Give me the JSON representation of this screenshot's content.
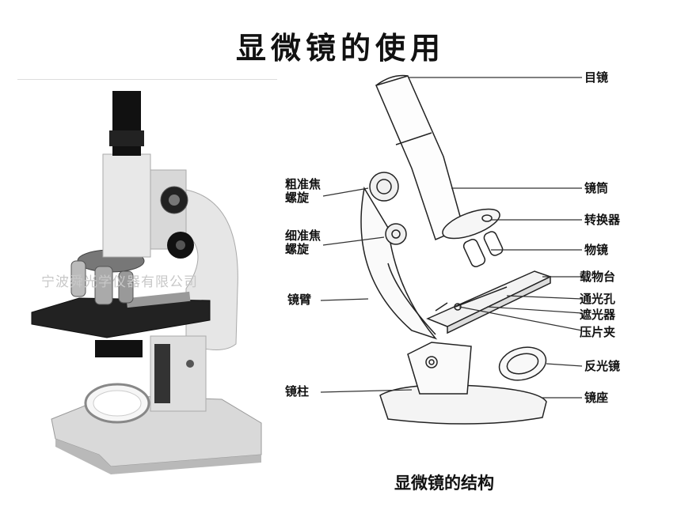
{
  "title": "显微镜的使用",
  "caption": "显微镜的结构",
  "watermark": "宁波舜光学仪器有限公司",
  "labels": {
    "eyepiece": "目镜",
    "tube": "镜筒",
    "nosepiece": "转换器",
    "objective": "物镜",
    "stage": "载物台",
    "aperture": "通光孔",
    "diaphragm": "遮光器",
    "clip": "压片夹",
    "mirror": "反光镜",
    "base": "镜座",
    "coarse_1": "粗准焦",
    "coarse_2": "螺旋",
    "fine_1": "细准焦",
    "fine_2": "螺旋",
    "arm": "镜臂",
    "pillar": "镜柱"
  }
}
